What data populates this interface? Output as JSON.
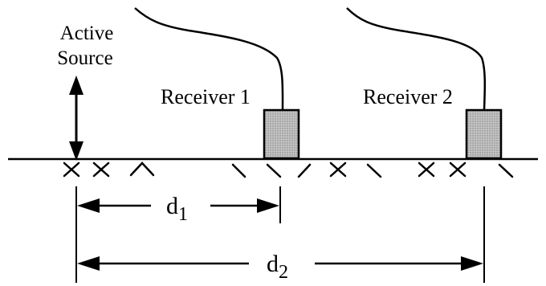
{
  "diagram": {
    "source_label_line1": "Active",
    "source_label_line2": "Source",
    "receiver1_label": "Receiver 1",
    "receiver2_label": "Receiver 2",
    "d1_label": "d",
    "d1_sub": "1",
    "d2_label": "d",
    "d2_sub": "2"
  },
  "colors": {
    "ink": "#000000",
    "receiver_fill": "#b8b8b8"
  }
}
